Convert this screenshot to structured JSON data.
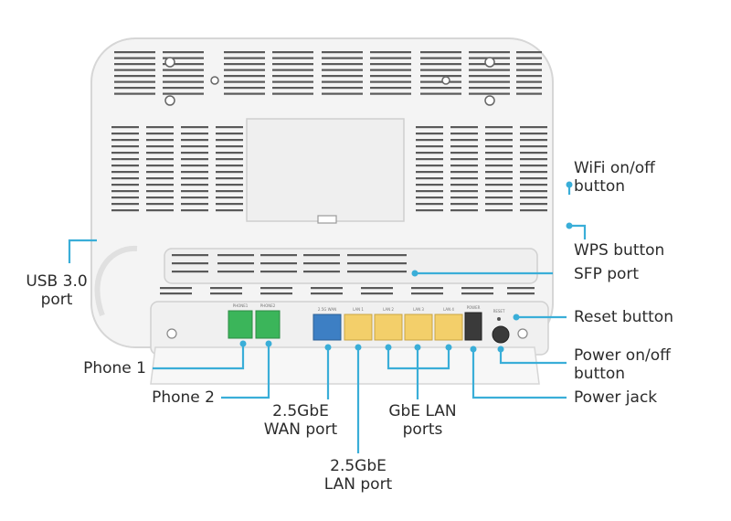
{
  "diagram": {
    "accent_color": "#3aaed8",
    "device": {
      "body_color": "#f4f4f4",
      "outline_color": "#d6d6d6",
      "vent_color": "#5a5a5a",
      "phone_port_color": "#3bb55a",
      "wan_port_color": "#3d7fc4",
      "lan_port_color": "#f3cf6a",
      "port_labels": {
        "phone1": "PHONE1",
        "phone2": "PHONE2",
        "wan": "2.5G WAN",
        "lan1": "LAN 1",
        "lan2": "LAN 2",
        "lan3": "LAN 3",
        "lan4": "LAN 4",
        "power": "POWER",
        "reset": "RESET"
      }
    },
    "labels": {
      "wifi_line1": "WiFi on/off",
      "wifi_line2": "button",
      "wps": "WPS button",
      "sfp": "SFP port",
      "usb_line1": "USB 3.0",
      "usb_line2": "port",
      "reset": "Reset button",
      "power_line1": "Power on/off",
      "power_line2": "button",
      "power_jack": "Power jack",
      "phone1": "Phone 1",
      "phone2": "Phone 2",
      "wan_line1": "2.5GbE",
      "wan_line2": "WAN port",
      "gbe_line1": "GbE LAN",
      "gbe_line2": "ports",
      "lan25_line1": "2.5GbE",
      "lan25_line2": "LAN port"
    }
  }
}
